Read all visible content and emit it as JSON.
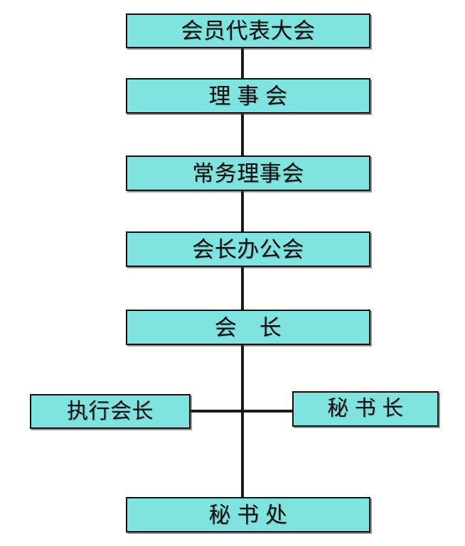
{
  "chart": {
    "type": "org-chart",
    "title": "",
    "background_color": "#ffffff",
    "box_fill_color": "#7fe3e0",
    "box_border_color": "#111111",
    "line_color": "#1a1a1a",
    "nodes": [
      {
        "id": "assembly",
        "label": "会员代表大会",
        "level": 1
      },
      {
        "id": "council",
        "label": "理 事 会",
        "level": 2
      },
      {
        "id": "standing",
        "label": "常务理事会",
        "level": 3
      },
      {
        "id": "president_office",
        "label": "会长办公会",
        "level": 4
      },
      {
        "id": "president",
        "label": "会　长",
        "level": 5
      },
      {
        "id": "executive_president",
        "label": "执行会长",
        "level": 6
      },
      {
        "id": "secretary_general",
        "label": "秘 书 长",
        "level": 6
      },
      {
        "id": "secretariat",
        "label": "秘 书 处",
        "level": 7
      }
    ],
    "edges": [
      {
        "from": "assembly",
        "to": "council"
      },
      {
        "from": "council",
        "to": "standing"
      },
      {
        "from": "standing",
        "to": "president_office"
      },
      {
        "from": "president_office",
        "to": "president"
      },
      {
        "from": "president",
        "to": "executive_president"
      },
      {
        "from": "president",
        "to": "secretary_general"
      },
      {
        "from": "president",
        "to": "secretariat"
      }
    ]
  }
}
